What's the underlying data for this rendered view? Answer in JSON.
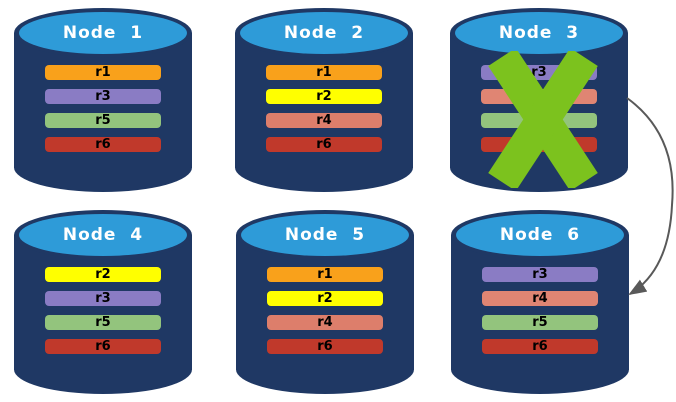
{
  "colors": {
    "cylinder_body": "#1F3864",
    "cylinder_top": "#2E9BD8",
    "title_text": "#FFFFFF",
    "bar_text": "#000000",
    "x_mark": "#7CC21E",
    "arrow": "#595959"
  },
  "nodes": [
    {
      "title": "Node  1",
      "bars": [
        {
          "label": "r1",
          "color": "#F9A11B"
        },
        {
          "label": "r3",
          "color": "#8A7CC4"
        },
        {
          "label": "r5",
          "color": "#93C47D"
        },
        {
          "label": "r6",
          "color": "#C0392B"
        }
      ]
    },
    {
      "title": "Node  2",
      "bars": [
        {
          "label": "r1",
          "color": "#F9A11B"
        },
        {
          "label": "r2",
          "color": "#FFFF00"
        },
        {
          "label": "r4",
          "color": "#DD7E6B"
        },
        {
          "label": "r6",
          "color": "#C0392B"
        }
      ]
    },
    {
      "title": "Node  3",
      "failed": true,
      "bars": [
        {
          "label": "r3",
          "color": "#8A7CC4"
        },
        {
          "label": "r4",
          "color": "#E08573"
        },
        {
          "label": "r5",
          "color": "#93C47D"
        },
        {
          "label": "r6",
          "color": "#C0392B"
        }
      ]
    },
    {
      "title": "Node  4",
      "bars": [
        {
          "label": "r2",
          "color": "#FFFF00"
        },
        {
          "label": "r3",
          "color": "#8A7CC4"
        },
        {
          "label": "r5",
          "color": "#93C47D"
        },
        {
          "label": "r6",
          "color": "#C0392B"
        }
      ]
    },
    {
      "title": "Node  5",
      "bars": [
        {
          "label": "r1",
          "color": "#F9A11B"
        },
        {
          "label": "r2",
          "color": "#FFFF00"
        },
        {
          "label": "r4",
          "color": "#DD7E6B"
        },
        {
          "label": "r6",
          "color": "#C0392B"
        }
      ]
    },
    {
      "title": "Node  6",
      "bars": [
        {
          "label": "r3",
          "color": "#8A7CC4"
        },
        {
          "label": "r4",
          "color": "#E08573"
        },
        {
          "label": "r5",
          "color": "#93C47D"
        },
        {
          "label": "r6",
          "color": "#C0392B"
        }
      ]
    }
  ]
}
